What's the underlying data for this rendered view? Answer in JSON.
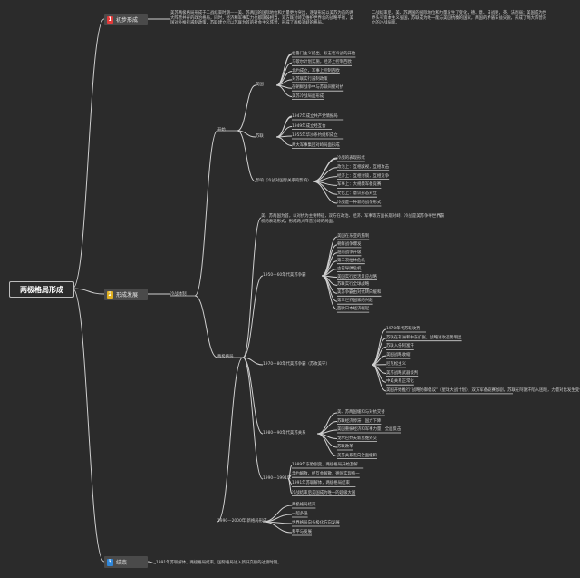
{
  "root": "两极格局形成",
  "main": [
    {
      "num": "1",
      "label": "初步形成",
      "color": "#e23a3a"
    },
    {
      "num": "2",
      "label": "形成发展",
      "color": "#e0b020"
    },
    {
      "num": "3",
      "label": "结束",
      "color": "#2f86d9"
    }
  ],
  "stage1": {
    "col1": "美苏两极格局形成于二战结束时期——美、苏两国的国际地位和力量更为突出，逐渐形成以美苏为首的两大阵营并存的政治格局，同时，经济和军事实力也都旗鼓相当，双方既对峙又维护世界总的战略平衡，美国对外推行遏制政策，苏联建立起以苏联为首的社会主义阵营，形成了两极对峙的格局。",
    "col2": "二战结束后，美、苏两国的国际地位和力量发生了变化，德、意、日战败，英、法削弱；美国成为世界头号资本主义强国，苏联成为唯一能与美国抗衡的国家，两国的矛盾日益尖锐，形成了两大阵营对立的冷战局面。"
  },
  "stage2": {
    "label": "冷战体制",
    "b1": {
      "label": "开始"
    },
    "g_us": {
      "label": "美国",
      "items": [
        "杜鲁门主义提出，标志着冷战的开始",
        "马歇尔计划实施，经济上控制西欧",
        "北约成立，军事上控制西欧",
        "对苏联实行遏制政策",
        "在朝鲜战争中与苏联间接对抗",
        "美苏冷战局面形成"
      ]
    },
    "g_su": {
      "label": "苏联",
      "items": [
        "1947年成立共产党情报局",
        "1949年成立经互会",
        "1955年华沙条约组织成立",
        "两大军事集团对峙局面形成"
      ]
    },
    "g_imp": {
      "label": "影响（冷战对国际关系的影响）",
      "items": [
        "冷战的表现形式",
        "政治上：互相敌视，互相攻击",
        "经济上：互相封锁，互相竞争",
        "军事上：大规模军备竞赛",
        "文化上：意识形态对立",
        "冷战是一种新的战争形式"
      ]
    },
    "b2": {
      "label": "两极格局"
    },
    "desc": "美、苏两国为首，以对抗为主要特征，双方在政治、经济、军事等方面长期对峙。冷战是美苏争夺世界霸权的表现形式，形成两大阵营对峙的局面。",
    "g_a": {
      "label": "1950—60年代美苏争霸",
      "items": [
        "美国在东亚的遏制",
        "朝鲜战争爆发",
        "越南战争升级",
        "第二次柏林危机",
        "古巴导弹危机",
        "美国实行灵活反应战略",
        "苏联实行全球战略",
        "美苏争霸由对抗转向缓和",
        "第三世界国家的兴起",
        "西欧日本经济崛起"
      ]
    },
    "g_b": {
      "label": "1970—80年代美苏争霸（苏攻美守）",
      "items": [
        "1970年代苏联攻势",
        "苏联在非洲和中东扩张，战略进攻态势明显",
        "苏联入侵阿富汗",
        "美国战略收缩",
        "尼克松主义",
        "美苏战略武器谈判",
        "中美关系正常化",
        "美国开始推行“战略防御倡议”（星球大战计划），双方军备竞赛加剧，苏联在阿富汗陷入困境，力量对比发生变化"
      ]
    },
    "g_c": {
      "label": "1980—90年代美苏关系",
      "items": [
        "美、苏两国缓和与对抗交替",
        "苏联经济停滞，国力下降",
        "美国重振经济和军事力量，全面反击",
        "戈尔巴乔夫新思维外交",
        "苏联改革",
        "美苏关系走向全面缓和"
      ]
    },
    "g_d": {
      "label": "1990—1991年",
      "items": [
        "1989年东欧剧变，两极格局开始瓦解",
        "华约解散，经互会解散，德国实现统一",
        "1991年苏联解体，两极格局结束",
        "冷战结束后美国成为唯一的超级大国"
      ]
    },
    "g_e": {
      "label": "1990—2000年 新格局形成",
      "items": [
        "两极格局结束",
        "一超多强",
        "世界格局向多极化方向发展",
        "和平与发展"
      ]
    }
  },
  "stage3": {
    "text": "1991年苏联解体，两极格局结束，国际格局进入新旧交替的过渡时期。"
  }
}
